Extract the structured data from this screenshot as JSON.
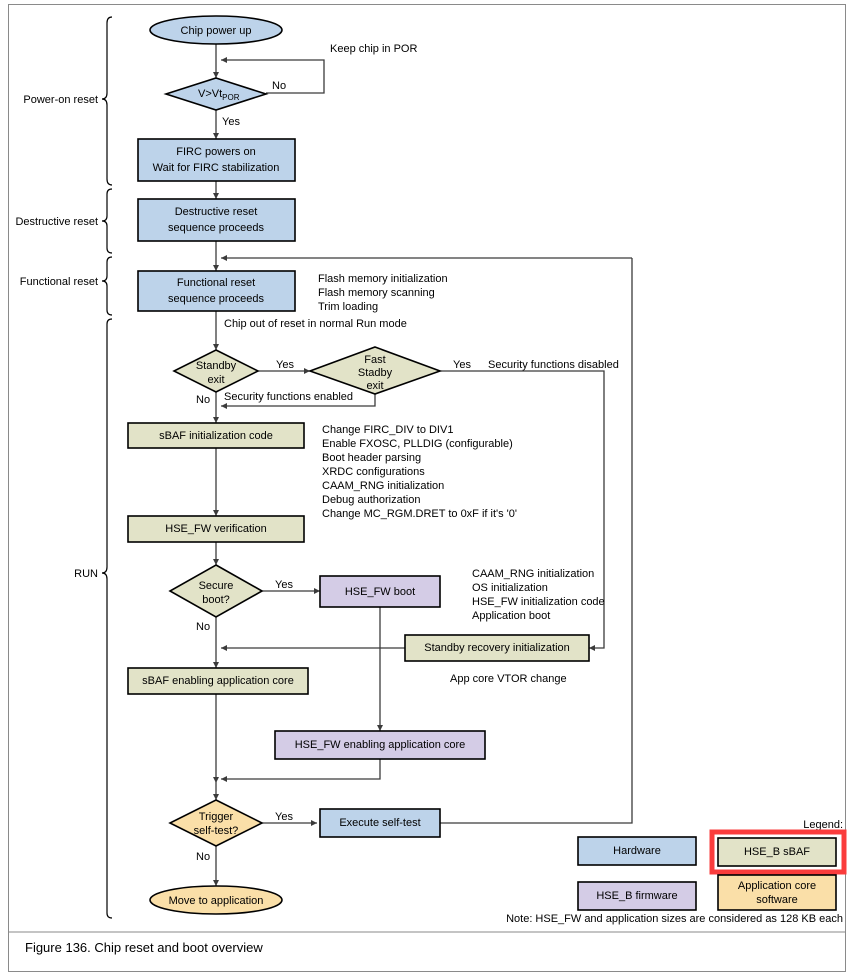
{
  "figure": {
    "caption": "Figure 136.  Chip reset and boot overview"
  },
  "phases": [
    {
      "id": "power-on-reset",
      "label": "Power-on reset"
    },
    {
      "id": "destructive-reset",
      "label": "Destructive reset"
    },
    {
      "id": "functional-reset",
      "label": "Functional reset"
    },
    {
      "id": "run",
      "label": "RUN"
    }
  ],
  "nodes": {
    "chip_power_up": "Chip power up",
    "v_gt_vt": "V>Vt",
    "v_gt_vt_sub": "POR",
    "firc_line1": "FIRC powers on",
    "firc_line2": "Wait for FIRC stabilization",
    "destructive_line1": "Destructive reset",
    "destructive_line2": "sequence proceeds",
    "functional_line1": "Functional reset",
    "functional_line2": "sequence proceeds",
    "standby_exit_line1": "Standby",
    "standby_exit_line2": "exit",
    "fast_standby_line1": "Fast",
    "fast_standby_line2": "Stadby",
    "fast_standby_line3": "exit",
    "sbaf_init": "sBAF initialization code",
    "hse_fw_verification": "HSE_FW verification",
    "secure_boot_line1": "Secure",
    "secure_boot_line2": "boot?",
    "hse_fw_boot": "HSE_FW boot",
    "standby_recovery": "Standby recovery initialization",
    "sbaf_enabling": "sBAF enabling application core",
    "hse_fw_enabling": "HSE_FW enabling application core",
    "trigger_selftest_line1": "Trigger",
    "trigger_selftest_line2": "self-test?",
    "execute_selftest": "Execute self-test",
    "move_to_application": "Move to application"
  },
  "edge_labels": {
    "por_no": "No",
    "por_yes": "Yes",
    "keep_chip_in_por": "Keep chip in POR",
    "standby_yes": "Yes",
    "standby_no": "No",
    "fast_yes": "Yes",
    "security_disabled": "Security functions disabled",
    "security_enabled": "Security functions enabled",
    "secure_yes": "Yes",
    "secure_no": "No",
    "trigger_yes": "Yes",
    "trigger_no": "No"
  },
  "annotations": {
    "functional_reset": [
      "Flash memory initialization",
      "Flash memory scanning",
      "Trim loading"
    ],
    "chip_out_of_reset": "Chip out of reset in normal Run mode",
    "sbaf_init": [
      "Change FIRC_DIV to DIV1",
      "Enable FXOSC, PLLDIG (configurable)",
      "Boot header parsing",
      "XRDC configurations",
      "CAAM_RNG initialization",
      "Debug authorization",
      "Change MC_RGM.DRET to 0xF if it's '0'"
    ],
    "hse_fw_boot": [
      "CAAM_RNG initialization",
      "OS initialization",
      "HSE_FW initialization code",
      "Application boot"
    ],
    "app_core_vtor": "App core VTOR change"
  },
  "legend": {
    "title": "Legend:",
    "items": [
      {
        "id": "hardware",
        "label": "Hardware",
        "color": "#bdd3ea",
        "highlighted": false
      },
      {
        "id": "hse-b-sbaf",
        "label": "HSE_B sBAF",
        "color": "#e2e3c8",
        "highlighted": true
      },
      {
        "id": "hse-b-firmware",
        "label": "HSE_B firmware",
        "color": "#d4cce6",
        "highlighted": false
      },
      {
        "id": "application-core-software",
        "label": "Application core\nsoftware",
        "color": "#fadfa8",
        "highlighted": false
      }
    ],
    "app_core_line1": "Application core",
    "app_core_line2": "software",
    "note": "Note: HSE_FW and application sizes are considered as 128 KB each",
    "highlight_color": "#fa3c3c"
  },
  "colors": {
    "hardware": "#bdd3ea",
    "sbaf": "#e2e3c8",
    "firmware": "#d4cce6",
    "appcore": "#fadfa8",
    "stroke": "#000000",
    "edge": "#3b3b3b"
  }
}
